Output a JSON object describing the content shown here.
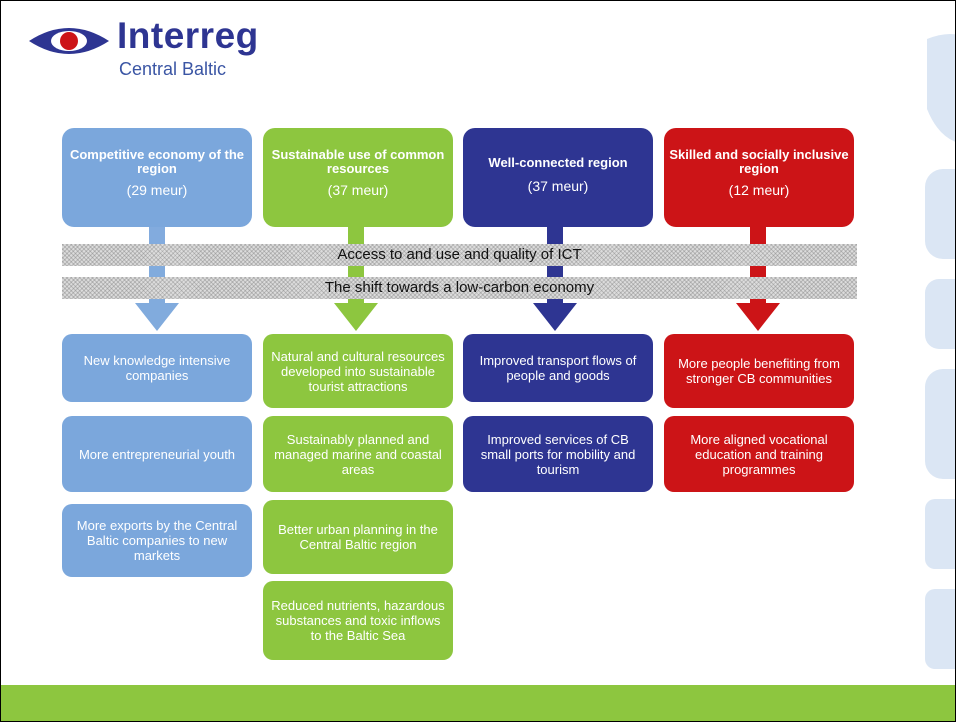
{
  "logo": {
    "name": "Interreg",
    "sub": "Central Baltic"
  },
  "colors": {
    "blue": "#7ba7dc",
    "green": "#8dc63f",
    "navy": "#2e3592",
    "red": "#cc1417"
  },
  "columns": [
    {
      "title": "Competitive economy of the region",
      "amount": "(29 meur)",
      "results": [
        "New knowledge intensive companies",
        "More entrepreneurial youth",
        "More exports by the Central Baltic companies to new markets"
      ]
    },
    {
      "title": "Sustainable use of common resources",
      "amount": "(37 meur)",
      "results": [
        "Natural and cultural resources developed into sustainable tourist attractions",
        "Sustainably planned and managed marine and coastal areas",
        "Better urban planning in the Central Baltic region",
        "Reduced nutrients, hazardous substances and toxic inflows to the Baltic Sea"
      ]
    },
    {
      "title": "Well-connected region",
      "amount": "(37 meur)",
      "results": [
        "Improved transport flows of people and goods",
        "Improved services of CB small ports for mobility and tourism"
      ]
    },
    {
      "title": "Skilled and socially inclusive region",
      "amount": "(12 meur)",
      "results": [
        "More people benefiting from stronger CB communities",
        "More aligned vocational education and training programmes"
      ]
    }
  ],
  "bands": [
    "Access to and use and quality of ICT",
    "The shift towards a low-carbon economy"
  ]
}
